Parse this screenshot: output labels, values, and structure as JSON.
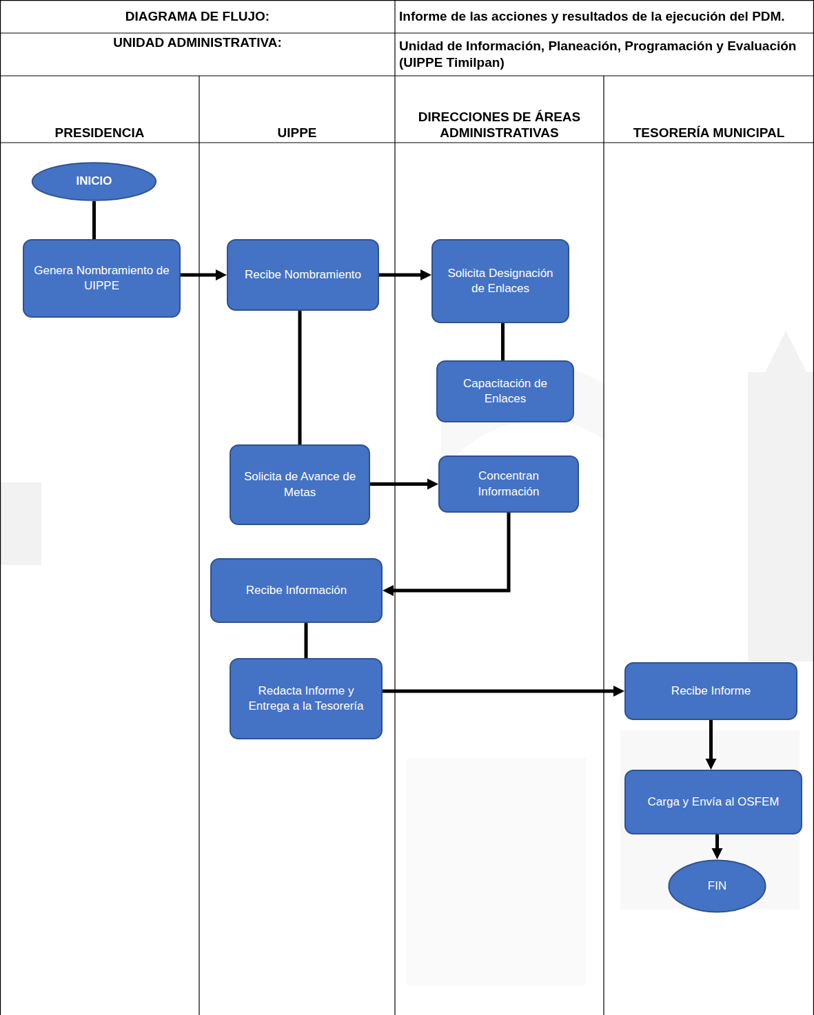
{
  "diagram": {
    "nodes": [
      {
        "text": [
          "INICIO"
        ]
      },
      {
        "text": [
          "Genera Nombramiento de UIPPE"
        ]
      },
      {
        "text": [
          "Recibe Nombramiento"
        ]
      },
      {
        "text": [
          "Solicita Designación de Enlaces"
        ]
      },
      {
        "text": [
          "Capacitación de Enlaces"
        ]
      },
      {
        "text": [
          "Solicita de Avance de Metas"
        ]
      },
      {
        "text": [
          "Concentran Información"
        ]
      },
      {
        "text": [
          "Recibe Información"
        ]
      },
      {
        "text": [
          "Redacta Informe y Entrega a la Tesorería"
        ]
      },
      {
        "text": [
          "Recibe Informe"
        ]
      },
      {
        "text": [
          "Carga y Envía al OSFEM"
        ]
      },
      {
        "text": [
          "FIN"
        ]
      }
    ],
    "edges": [
      {
        "from": 0,
        "to": 1,
        "arrow": "none"
      },
      {
        "from": 1,
        "to": 2,
        "arrow": "to"
      },
      {
        "from": 2,
        "to": 3,
        "arrow": "to"
      },
      {
        "from": 3,
        "to": 4,
        "arrow": "none"
      },
      {
        "from": 2,
        "to": 5,
        "arrow": "none"
      },
      {
        "from": 5,
        "to": 6,
        "arrow": "to"
      },
      {
        "from": 6,
        "to": 7,
        "arrow": "to"
      },
      {
        "from": 7,
        "to": 8,
        "arrow": "none"
      },
      {
        "from": 8,
        "to": 9,
        "arrow": "to"
      },
      {
        "from": 9,
        "to": 10,
        "arrow": "to"
      },
      {
        "from": 10,
        "to": 11,
        "arrow": "to"
      }
    ],
    "labels": [
      "DIAGRAMA DE FLUJO:",
      "Informe de las acciones y resultados de la ejecución del PDM.",
      "UNIDAD ADMINISTRATIVA:",
      "Unidad de Información, Planeación, Programación y Evaluación (UIPPE Timilpan)",
      "PRESIDENCIA",
      "UIPPE",
      "DIRECCIONES DE ÁREAS ADMINISTRATIVAS",
      "TESORERÍA MUNICIPAL"
    ]
  }
}
